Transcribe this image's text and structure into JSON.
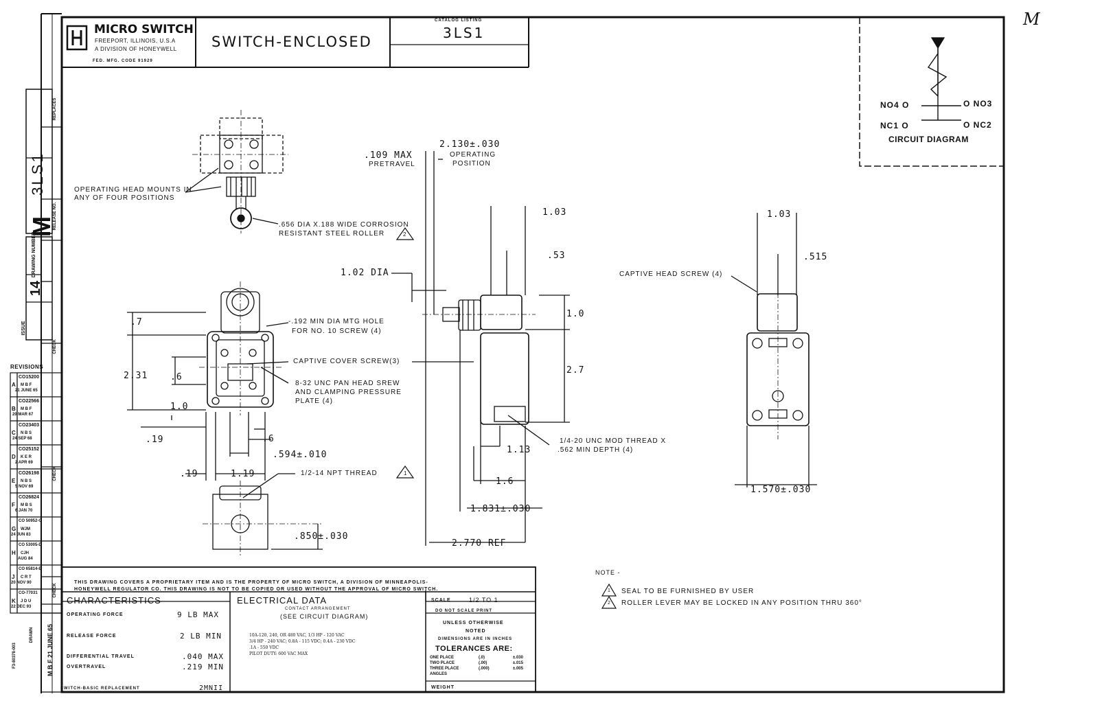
{
  "title_block": {
    "company": "MICRO SWITCH",
    "address_line1": "FREEPORT, ILLINOIS, U.S.A",
    "address_line2": "A DIVISION OF HONEYWELL",
    "mfg_code": "FED. MFG. CODE 91929",
    "title": "SWITCH-ENCLOSED",
    "catalog_label": "CATALOG LISTING",
    "catalog_number": "3LS1"
  },
  "left_strip": {
    "catalog": "3LS1",
    "letter": "M",
    "drawing_number_label": "DRAWING NUMBER",
    "issue_label": "ISSUE",
    "issue_value": "14",
    "replaces_label": "REPLACES",
    "release_label": "RELEASE NO.",
    "check_label": "CHECK",
    "revisions_label": "REVISIONS",
    "drawn_label": "DRAWN",
    "drawn_value": "M B F   21 JUNE 65",
    "form_number": "F3-80378-003",
    "revisions": [
      {
        "rev": "A",
        "co": "CO15200",
        "by": "M B F",
        "date": "21 JUNE 65"
      },
      {
        "rev": "B",
        "co": "CO22566",
        "by": "M B F",
        "date": "20 MAR 67"
      },
      {
        "rev": "C",
        "co": "CO23403",
        "by": "N B S",
        "date": "24 SEP 68"
      },
      {
        "rev": "D",
        "co": "CO25152",
        "by": "K E R",
        "date": "2 APR 69"
      },
      {
        "rev": "E",
        "co": "CO26198",
        "by": "N B S",
        "date": "5 NOV 69"
      },
      {
        "rev": "F",
        "co": "CO26824",
        "by": "M B S",
        "date": "6 JAN 70"
      },
      {
        "rev": "G",
        "co": "CO 50952-G",
        "by": "WJM",
        "date": "24 JUN 83"
      },
      {
        "rev": "H",
        "co": "CO 53005-D",
        "by": "CJH",
        "date": "AUG 84"
      },
      {
        "rev": "J",
        "co": "CO 65814-E",
        "by": "C R T",
        "date": "20 NOV 90"
      },
      {
        "rev": "K",
        "co": "CO-77031",
        "by": "J D U",
        "date": "22 DEC 93"
      }
    ]
  },
  "circuit": {
    "no4": "NO4 O",
    "no3": "O NO3",
    "nc1": "NC1 O",
    "nc2": "O NC2",
    "label": "CIRCUIT   DIAGRAM",
    "corner_mark": "M"
  },
  "callouts": {
    "head_mounts": [
      "OPERATING HEAD MOUNTS IN",
      "ANY OF FOUR POSITIONS"
    ],
    "roller": [
      ".656 DIA X.188 WIDE CORROSION",
      "RESISTANT STEEL ROLLER"
    ],
    "roller_note": "2",
    "mtg_hole": [
      "-.192 MIN DIA MTG HOLE",
      "FOR NO. 10 SCREW (4)"
    ],
    "cover_screw": "CAPTIVE COVER SCREW(3)",
    "pan_head": [
      "8-32 UNC PAN HEAD SREW",
      "AND CLAMPING PRESSURE",
      "PLATE (4)"
    ],
    "npt": "1/2-14 NPT THREAD",
    "npt_note": "1",
    "mod_thread": [
      "1/4-20 UNC MOD THREAD X",
      ".562 MIN DEPTH (4)"
    ],
    "head_screw": "CAPTIVE HEAD SCREW (4)",
    "pretravel": [
      ".109 MAX",
      "PRETRAVEL"
    ],
    "op_pos": [
      "2.130±.030",
      "OPERATING",
      "POSITION"
    ]
  },
  "dims": {
    "d_7": ".7",
    "d_231": "2.31",
    "d_6a": ".6",
    "d_10": "1.0",
    "d_19a": ".19",
    "d_6b": ".6",
    "d_594": ".594±.010",
    "d_19b": ".19",
    "d_119": "1.19",
    "d_850": ".850±.030",
    "d_102": "1.02 DIA",
    "d_103a": "1.03",
    "d_53": ".53",
    "d_1_0": "1.0",
    "d_27": "2.7",
    "d_113": "1.13",
    "d_16": "1.6",
    "d_1831": "1.831±.030",
    "d_2770": "2.770 REF",
    "d_103b": "1.03",
    "d_515": ".515",
    "d_1570": "1.570±.030"
  },
  "notice": [
    "THIS DRAWING COVERS A PROPRIETARY ITEM AND IS THE PROPERTY OF MICRO SWITCH, A DIVISION OF MINNEAPOLIS-",
    "HONEYWELL REGULATOR CO. THIS DRAWING IS NOT TO BE COPIED OR USED WITHOUT THE APPROVAL OF MICRO SWITCH."
  ],
  "characteristics": {
    "header": "CHARACTERISTICS",
    "rows": [
      {
        "label": "OPERATING FORCE",
        "value": "9 LB MAX"
      },
      {
        "label": "RELEASE FORCE",
        "value": "2 LB MIN"
      },
      {
        "label": "DIFFERENTIAL TRAVEL",
        "value": ".040 MAX"
      },
      {
        "label": "OVERTRAVEL",
        "value": ".219 MIN"
      },
      {
        "label": "SWITCH-BASIC REPLACEMENT",
        "value": "2MNII"
      }
    ]
  },
  "electrical": {
    "header": "ELECTRICAL DATA",
    "contact_label": "CONTACT ARRANGEMENT",
    "contact_value": "(SEE CIRCUIT DIAGRAM)",
    "ratings": [
      "10A-120, 240, OR 480 VAC, 1/3 HP - 120 VAC",
      "3/4 HP - 240 VAC; 0.8A - 115 VDC; 0.4A - 230 VDC",
      ".1A - 550 VDC",
      "PILOT DUTY: 600 VAC MAX"
    ]
  },
  "scale_block": {
    "scale_label": "SCALE",
    "scale_value": "1/2 TO 1",
    "no_scale": "DO NOT SCALE PRINT",
    "unless": "UNLESS OTHERWISE",
    "noted": "NOTED",
    "inches": "DIMENSIONS ARE IN INCHES",
    "tol_header": "TOLERANCES ARE:",
    "tolerances": [
      {
        "label": "ONE PLACE",
        "fmt": "(.0)",
        "val": "±.030"
      },
      {
        "label": "TWO PLACE",
        "fmt": "(.00)",
        "val": "±.015"
      },
      {
        "label": "THREE PLACE",
        "fmt": "(.000)",
        "val": "±.005"
      },
      {
        "label": "ANGLES",
        "fmt": "",
        "val": ""
      }
    ],
    "weight": "WEIGHT"
  },
  "notes": {
    "header": "NOTE -",
    "items": [
      {
        "num": "1",
        "text": "SEAL TO BE FURNISHED BY USER"
      },
      {
        "num": "2",
        "text": "ROLLER LEVER MAY BE LOCKED IN ANY POSITION THRU 360°"
      }
    ]
  }
}
